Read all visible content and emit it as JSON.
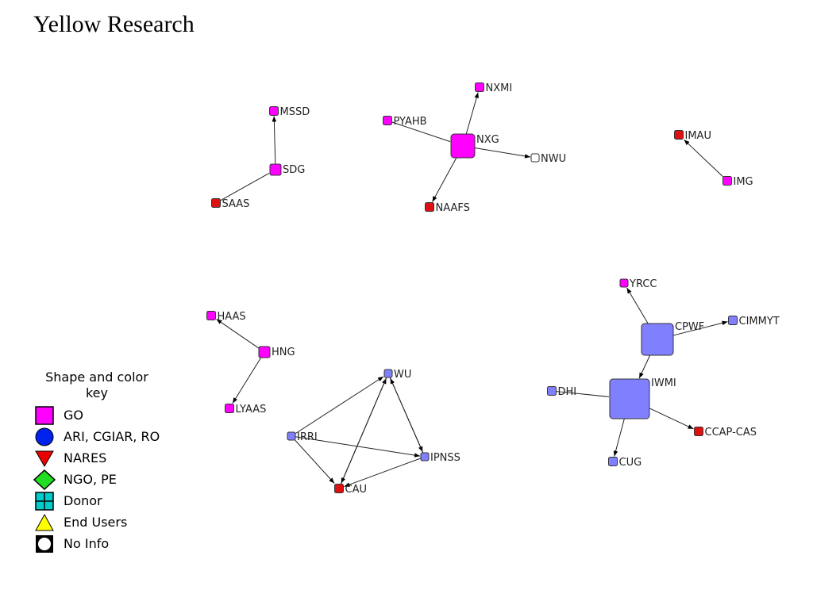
{
  "title": "Yellow Research",
  "colors": {
    "go": "#ff00ff",
    "ari": "#8080ff",
    "nares": "#dd1111",
    "no_info": "#ffffff"
  },
  "nodes": [
    {
      "id": "MSSD",
      "label": "MSSD",
      "category": "go"
    },
    {
      "id": "SDG",
      "label": "SDG",
      "category": "go"
    },
    {
      "id": "SAAS",
      "label": "SAAS",
      "category": "nares"
    },
    {
      "id": "NXMI",
      "label": "NXMI",
      "category": "go"
    },
    {
      "id": "PYAHB",
      "label": "PYAHB",
      "category": "go"
    },
    {
      "id": "NXG",
      "label": "NXG",
      "category": "go"
    },
    {
      "id": "NWU",
      "label": "NWU",
      "category": "no_info"
    },
    {
      "id": "NAAFS",
      "label": "NAAFS",
      "category": "nares"
    },
    {
      "id": "IMAU",
      "label": "IMAU",
      "category": "nares"
    },
    {
      "id": "IMG",
      "label": "IMG",
      "category": "go"
    },
    {
      "id": "HAAS",
      "label": "HAAS",
      "category": "go"
    },
    {
      "id": "HNG",
      "label": "HNG",
      "category": "go"
    },
    {
      "id": "LYAAS",
      "label": "LYAAS",
      "category": "go"
    },
    {
      "id": "WU",
      "label": "WU",
      "category": "ari"
    },
    {
      "id": "IRRI",
      "label": "IRRI",
      "category": "ari"
    },
    {
      "id": "IPNSS",
      "label": "IPNSS",
      "category": "ari"
    },
    {
      "id": "CAU",
      "label": "CAU",
      "category": "nares"
    },
    {
      "id": "YRCC",
      "label": "YRCC",
      "category": "go"
    },
    {
      "id": "CPWF",
      "label": "CPWF",
      "category": "ari"
    },
    {
      "id": "CIMMYT",
      "label": "CIMMYT",
      "category": "ari"
    },
    {
      "id": "IWMI",
      "label": "IWMI",
      "category": "ari"
    },
    {
      "id": "DHI",
      "label": "DHI",
      "category": "ari"
    },
    {
      "id": "CCAP-CAS",
      "label": "CCAP-CAS",
      "category": "nares"
    },
    {
      "id": "CUG",
      "label": "CUG",
      "category": "ari"
    }
  ],
  "edges": [
    {
      "from": "SDG",
      "to": "MSSD",
      "arrow": true
    },
    {
      "from": "SAAS",
      "to": "SDG",
      "arrow": false
    },
    {
      "from": "NXG",
      "to": "NXMI",
      "arrow": true
    },
    {
      "from": "PYAHB",
      "to": "NXG",
      "arrow": false
    },
    {
      "from": "NXG",
      "to": "NWU",
      "arrow": true
    },
    {
      "from": "NXG",
      "to": "NAAFS",
      "arrow": true
    },
    {
      "from": "IMG",
      "to": "IMAU",
      "arrow": true
    },
    {
      "from": "HNG",
      "to": "HAAS",
      "arrow": true
    },
    {
      "from": "HNG",
      "to": "LYAAS",
      "arrow": true
    },
    {
      "from": "IRRI",
      "to": "WU",
      "arrow": true
    },
    {
      "from": "IRRI",
      "to": "IPNSS",
      "arrow": true
    },
    {
      "from": "IRRI",
      "to": "CAU",
      "arrow": true
    },
    {
      "from": "WU",
      "to": "IPNSS",
      "arrow": true
    },
    {
      "from": "IPNSS",
      "to": "WU",
      "arrow": true
    },
    {
      "from": "CAU",
      "to": "WU",
      "arrow": true
    },
    {
      "from": "WU",
      "to": "CAU",
      "arrow": true
    },
    {
      "from": "IPNSS",
      "to": "CAU",
      "arrow": true
    },
    {
      "from": "CPWF",
      "to": "YRCC",
      "arrow": true
    },
    {
      "from": "CPWF",
      "to": "CIMMYT",
      "arrow": true
    },
    {
      "from": "CPWF",
      "to": "IWMI",
      "arrow": true
    },
    {
      "from": "DHI",
      "to": "IWMI",
      "arrow": false
    },
    {
      "from": "IWMI",
      "to": "CCAP-CAS",
      "arrow": true
    },
    {
      "from": "IWMI",
      "to": "CUG",
      "arrow": true
    }
  ],
  "legend": {
    "title": "Shape and color key",
    "items": [
      {
        "label": "GO",
        "shape": "square",
        "color": "#ff00ff"
      },
      {
        "label": "ARI, CGIAR, RO",
        "shape": "circle",
        "color": "#0022ee"
      },
      {
        "label": "NARES",
        "shape": "triangle-down",
        "color": "#ee0000"
      },
      {
        "label": "NGO, PE",
        "shape": "diamond",
        "color": "#22dd22"
      },
      {
        "label": "Donor",
        "shape": "box-grid",
        "color": "#00cccc"
      },
      {
        "label": "End Users",
        "shape": "triangle-up",
        "color": "#ffff00"
      },
      {
        "label": "No Info",
        "shape": "circle-outline",
        "color": "#ffffff"
      }
    ]
  }
}
